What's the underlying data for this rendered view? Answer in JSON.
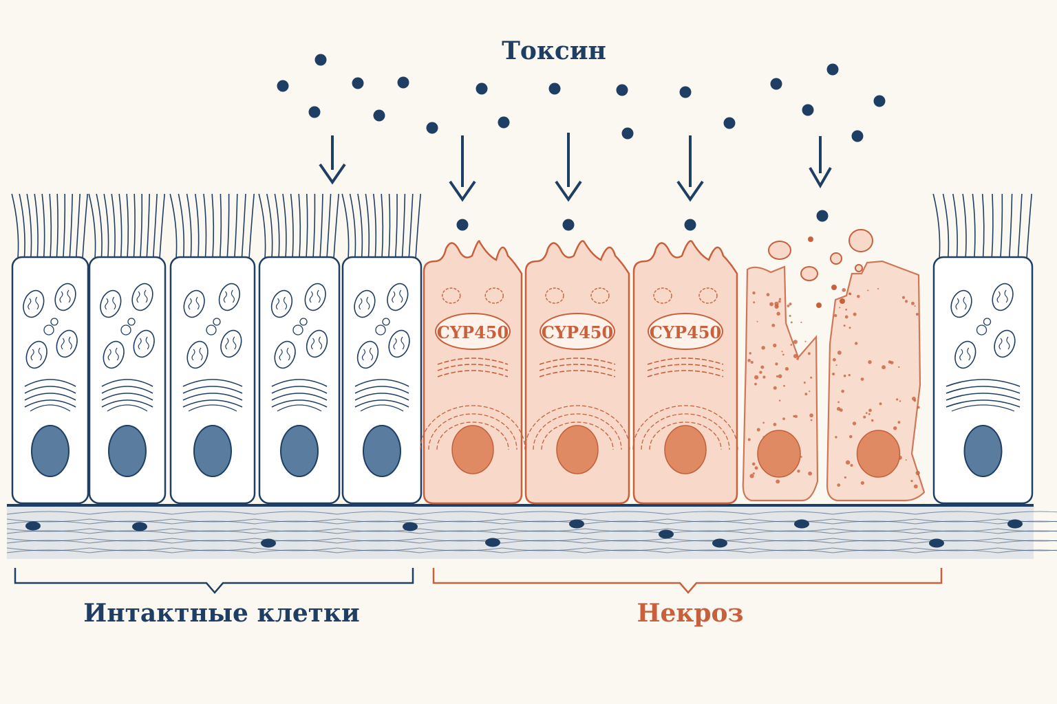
{
  "title": "Токсин",
  "enzyme_label": "CYP450",
  "groups": {
    "intact": "Интактные клетки",
    "necrosis": "Некроз"
  },
  "colors": {
    "navy": "#1f3e63",
    "nucleus_blue": "#5a7c9e",
    "necrosis_orange": "#c8603c",
    "necrosis_fill": "#f8d8c8",
    "nucleus_orange": "#e08a63",
    "background": "#fbf8f2",
    "membrane_gray": "#e3e6e8"
  },
  "cells": [
    {
      "state": "intact"
    },
    {
      "state": "intact"
    },
    {
      "state": "intact"
    },
    {
      "state": "intact"
    },
    {
      "state": "intact"
    },
    {
      "state": "damaged",
      "enzyme": "CYP450"
    },
    {
      "state": "damaged",
      "enzyme": "CYP450"
    },
    {
      "state": "damaged",
      "enzyme": "CYP450"
    },
    {
      "state": "necrotic"
    },
    {
      "state": "necrotic"
    },
    {
      "state": "intact"
    }
  ],
  "arrow_count": 5
}
